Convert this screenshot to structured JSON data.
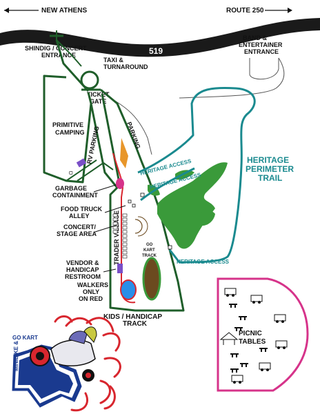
{
  "directions": {
    "left": "NEW ATHENS",
    "right": "ROUTE 250"
  },
  "road": {
    "number": "519"
  },
  "labels": {
    "shindig_1": "SHINDIG / CONCERT",
    "shindig_2": "ENTRANCE",
    "taxi_1": "TAXI &",
    "taxi_2": "TURNAROUND",
    "ticket_1": "TICKET",
    "ticket_2": "GATE",
    "band_1": "BAND &",
    "band_2": "ENTERTAINER",
    "band_3": "ENTRANCE",
    "primitive_1": "PRIMITIVE",
    "primitive_2": "CAMPING",
    "rv_parking": "RV PARKING",
    "parking": "PARKING",
    "heritage_access": "HERITAGE ACCESS",
    "heritage_1": "HERITAGE",
    "heritage_2": "PERIMETER",
    "heritage_3": "TRAIL",
    "garbage_1": "GARBAGE",
    "garbage_2": "CONTAINMENT",
    "food_1": "FOOD TRUCK",
    "food_2": "ALLEY",
    "concert_1": "CONCERT/",
    "concert_2": "STAGE AREA",
    "trader": "TRADER VILLAGE",
    "gokart_1": "GO",
    "gokart_2": "KART",
    "gokart_3": "TRACK",
    "vendor_1": "VENDOR &",
    "vendor_2": "HANDICAP",
    "vendor_3": "RESTROOM",
    "walkers_1": "WALKERS",
    "walkers_2": "ONLY",
    "walkers_3": "ON RED",
    "kids": "KIDS / HANDICAP",
    "kids_2": "TRACK",
    "picnic_1": "PICNIC",
    "picnic_2": "TABLES",
    "logo_1": "GO KART",
    "logo_2": "MINIBIKE &"
  },
  "colors": {
    "road": "#1a1a1a",
    "path": "#1f5e2a",
    "trail": "#1a8a8f",
    "grass": "#3a9a3a",
    "red_path": "#d8262e",
    "picnic_border": "#d6338a",
    "rv_purple": "#7a4fc7",
    "track_brown": "#6b4a1f",
    "track_green": "#3a9a3a",
    "kids_blue": "#2a8ee8",
    "logo_red": "#d8262e",
    "logo_blue": "#1a3a8f"
  }
}
